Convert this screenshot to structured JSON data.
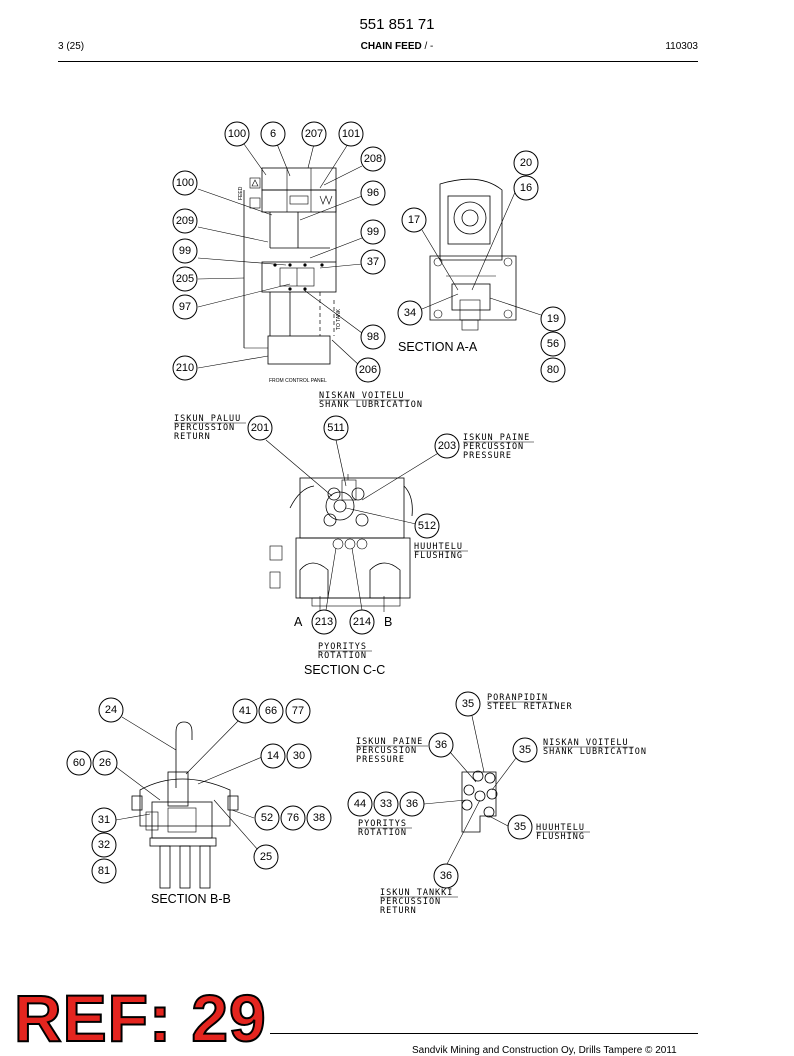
{
  "header": {
    "doc_number": "551 851 71",
    "page": "3 (25)",
    "chapter_bold": "CHAIN FEED",
    "chapter_rest": " / -",
    "date": "110303"
  },
  "footer": {
    "ref_stamp": "REF: 29",
    "copyright": "Sandvik Mining and Construction Oy, Drills Tampere © 2011"
  },
  "sections": {
    "aa": "SECTION A-A",
    "cc": "SECTION C-C",
    "bb": "SECTION B-B"
  },
  "hydraulic_labels": {
    "feed": "FEED",
    "from_control_panel": "FROM CONTROL PANEL",
    "to_tank": "TO TANK"
  },
  "cc_labels": {
    "shank_fi": "NISKAN VOITELU",
    "shank_en": "SHANK LUBRICATION",
    "return_fi": "ISKUN PALUU",
    "return_en1": "PERCUSSION",
    "return_en2": "RETURN",
    "pressure_fi": "ISKUN PAINE",
    "pressure_en1": "PERCUSSION",
    "pressure_en2": "PRESSURE",
    "flush_fi": "HUUHTELU",
    "flush_en": "FLUSHING",
    "rot_fi": "PYORITYS",
    "rot_en": "ROTATION",
    "port_a": "A",
    "port_b": "B"
  },
  "port_labels": {
    "retainer_fi": "PORANPIDIN",
    "retainer_en": "STEEL RETAINER",
    "pressure_fi": "ISKUN PAINE",
    "pressure_en1": "PERCUSSION",
    "pressure_en2": "PRESSURE",
    "shank_fi": "NISKAN VOITELU",
    "shank_en": "SHANK LUBRICATION",
    "rot_fi": "PYORITYS",
    "rot_en": "ROTATION",
    "flush_fi": "HUUHTELU",
    "flush_en": "FLUSHING",
    "tank_fi": "ISKUN TANKKI",
    "tank_en1": "PERCUSSION",
    "tank_en2": "RETURN"
  },
  "items": {
    "i100a": "100",
    "i6": "6",
    "i207": "207",
    "i101": "101",
    "i208": "208",
    "i100b": "100",
    "i96": "96",
    "i209": "209",
    "i99a": "99",
    "i99b": "99",
    "i37": "37",
    "i205": "205",
    "i97": "97",
    "i98": "98",
    "i210": "210",
    "i206": "206",
    "i20": "20",
    "i16": "16",
    "i17": "17",
    "i34": "34",
    "i19": "19",
    "i56": "56",
    "i80": "80",
    "i201": "201",
    "i511": "511",
    "i203": "203",
    "i512": "512",
    "i213": "213",
    "i214": "214",
    "i24": "24",
    "i41": "41",
    "i66": "66",
    "i77": "77",
    "i60": "60",
    "i26": "26",
    "i14": "14",
    "i30": "30",
    "i31": "31",
    "i52": "52",
    "i76": "76",
    "i38": "38",
    "i32": "32",
    "i25": "25",
    "i81": "81",
    "i35a": "35",
    "i36a": "36",
    "i35b": "35",
    "i44": "44",
    "i33": "33",
    "i36b": "36",
    "i35c": "35",
    "i36c": "36"
  }
}
